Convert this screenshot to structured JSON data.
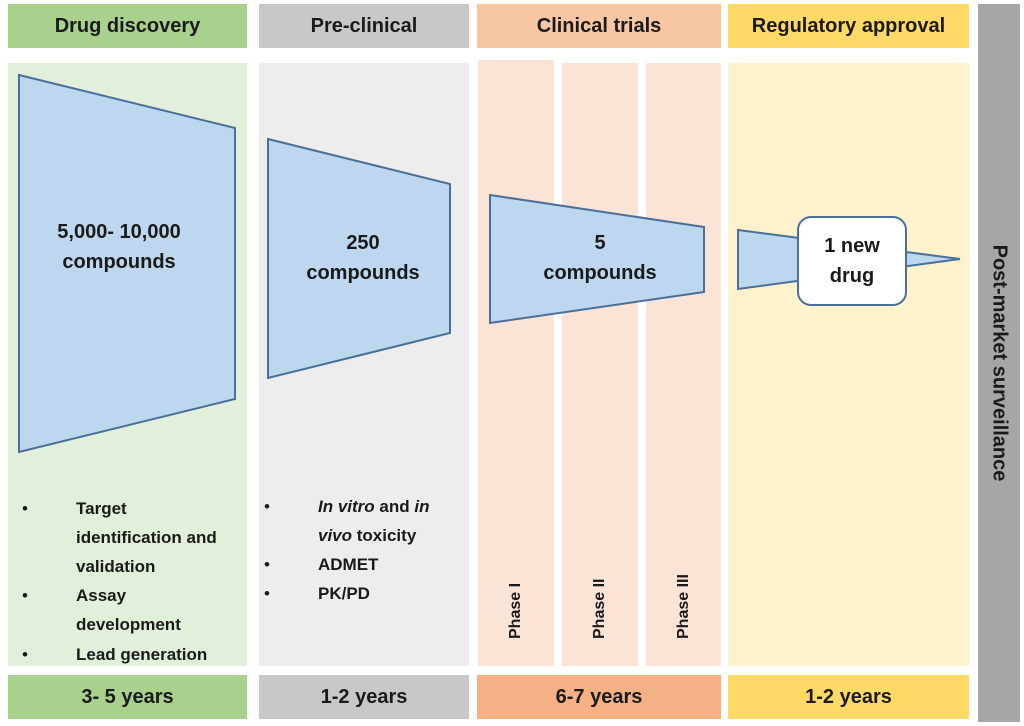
{
  "stages": [
    {
      "title": "Drug discovery",
      "duration": "3- 5 years"
    },
    {
      "title": "Pre-clinical",
      "duration": "1-2 years"
    },
    {
      "title": "Clinical trials",
      "duration": "6-7 years"
    },
    {
      "title": "Regulatory approval",
      "duration": "1-2 years"
    }
  ],
  "post_market": "Post-market surveillance",
  "funnels": [
    {
      "line1": "5,000- 10,000",
      "line2": "compounds"
    },
    {
      "line1": "250",
      "line2": "compounds"
    },
    {
      "line1": "5",
      "line2": "compounds"
    },
    {
      "line1": "1 new",
      "line2": "drug"
    }
  ],
  "discovery_bullets": [
    "Target identification and validation",
    "Assay development",
    "Lead generation"
  ],
  "preclinical_bullets": {
    "b1": {
      "in1": "In vitro",
      "and": " and ",
      "in2": "in vivo",
      "rest": " toxicity"
    },
    "b2": "ADMET",
    "b3": "PK/PD"
  },
  "phases": [
    "Phase I",
    "Phase II",
    "Phase III"
  ],
  "colors": {
    "discovery_header": "#a9d18e",
    "discovery_panel": "#e2efda",
    "preclinical_header": "#c8c8c8",
    "preclinical_panel": "#ededed",
    "clinical_header": "#f7c6a4",
    "clinical_footer": "#f4b183",
    "clinical_column": "#fbe3d6",
    "regulatory_header": "#ffd966",
    "regulatory_panel": "#fff2cc",
    "post_market_bar": "#a6a6a6",
    "funnel_fill": "#bdd7ee",
    "funnel_stroke": "#4a6f9a"
  }
}
